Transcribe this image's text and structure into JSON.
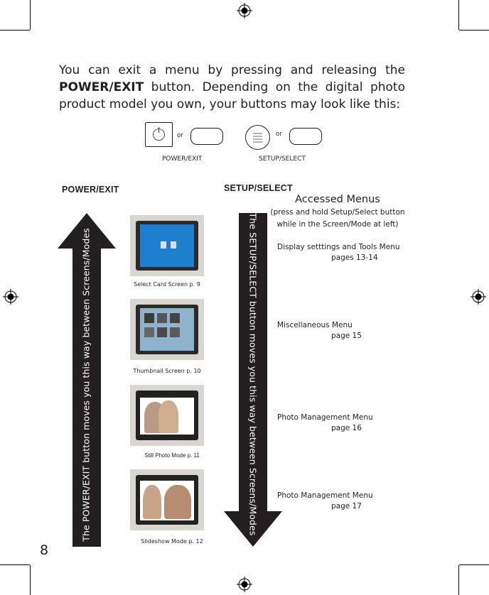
{
  "intro": {
    "part1": "You can exit a menu by pressing and releasing the",
    "bold": "POWER/EXIT",
    "part2": " button. Depending on the digital photo product model you own, your buttons may look like this:"
  },
  "buttons": {
    "or1": "or",
    "or2": "or",
    "power_label": "POWER/EXIT",
    "setup_label": "SETUP/SELECT"
  },
  "headers": {
    "power": "POWER/EXIT",
    "setup": "SETUP/SELECT"
  },
  "accessed": {
    "title": "Accessed Menus",
    "sub1": "(press and hold Setup/Select button",
    "sub2": "while in the Screen/Mode at left)"
  },
  "screens": [
    {
      "caption": "Select Card Screen p. 9"
    },
    {
      "caption": "Thumbnail Screen p. 10"
    },
    {
      "caption": "Still Photo Mode p.  11"
    },
    {
      "caption": "Slideshow Mode p. 12"
    }
  ],
  "menus": [
    {
      "name": "Display setttings and Tools Menu",
      "page": "pages 13-14"
    },
    {
      "name": "Miscellaneous Menu",
      "page": "page 15"
    },
    {
      "name": "Photo Management Menu",
      "page": "page 16"
    },
    {
      "name": "Photo Management Menu",
      "page": "page 17"
    }
  ],
  "arrows": {
    "left": "The POWER/EXIT button moves you this way between Screens/Modes",
    "right": "The SETUP/SELECT button moves you this way between Screens/Modes"
  },
  "page_number": "8"
}
